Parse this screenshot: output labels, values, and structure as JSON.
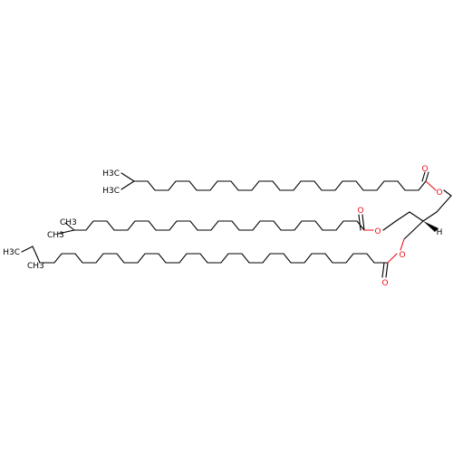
{
  "molecule": {
    "atom_labels": {
      "o_ester1_carbonyl": "O",
      "o_ester1_link": "O",
      "o_ester2_carbonyl": "O",
      "o_ester2_link": "O",
      "o_ester3_carbonyl": "O",
      "o_ester3_link": "O",
      "h_stereo": "H"
    },
    "methyl_groups": {
      "chain1_me_a": "H3C",
      "chain1_me_b": "H3C",
      "chain2_me": "CH3",
      "chain2_et": "CH3",
      "chain3_et": "H3C",
      "chain3_me": "CH3"
    },
    "colors": {
      "bond": "#000000",
      "oxygen": "#e8101a",
      "background": "#ffffff"
    }
  }
}
